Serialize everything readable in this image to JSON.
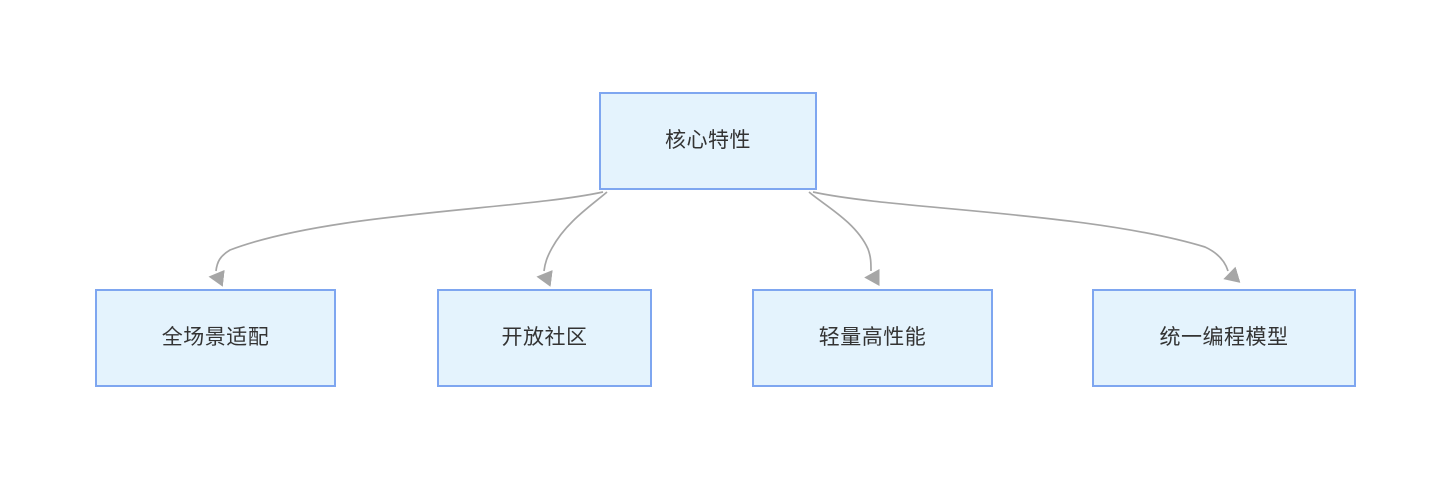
{
  "diagram": {
    "type": "tree",
    "background_color": "#ffffff",
    "node_fill_color": "#e4f3fd",
    "node_border_color": "#7ea6f0",
    "node_text_color": "#333333",
    "edge_color": "#a6a6a6",
    "root": {
      "label": "核心特性"
    },
    "children": [
      {
        "label": "全场景适配"
      },
      {
        "label": "开放社区"
      },
      {
        "label": "轻量高性能"
      },
      {
        "label": "统一编程模型"
      }
    ],
    "edges": [
      {
        "from": "核心特性",
        "to": "全场景适配"
      },
      {
        "from": "核心特性",
        "to": "开放社区"
      },
      {
        "from": "核心特性",
        "to": "轻量高性能"
      },
      {
        "from": "核心特性",
        "to": "统一编程模型"
      }
    ]
  }
}
